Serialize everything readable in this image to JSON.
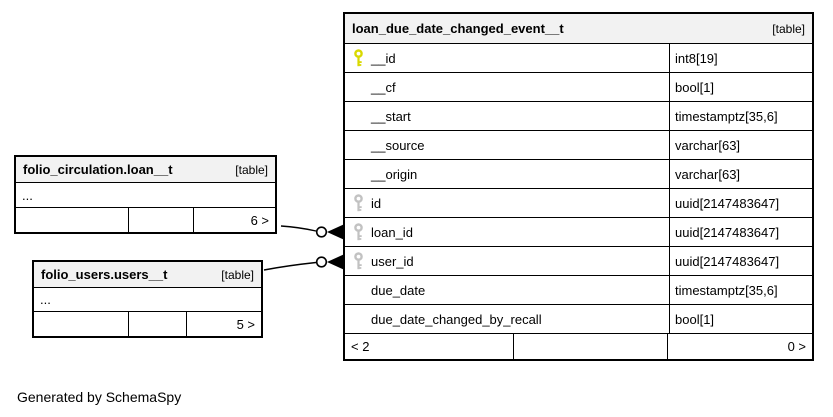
{
  "diagram": {
    "generated_by": "Generated by SchemaSpy"
  },
  "colors": {
    "primary_key_icon": "#d9d900",
    "index_key_icon": "#c2c2c2",
    "header_bg": "#f2f2f2",
    "border": "#000000"
  },
  "main_table": {
    "title": "loan_due_date_changed_event__t",
    "tag": "[table]",
    "columns": [
      {
        "name": "__id",
        "type": "int8[19]",
        "key": "primary"
      },
      {
        "name": "__cf",
        "type": "bool[1]",
        "key": "none"
      },
      {
        "name": "__start",
        "type": "timestamptz[35,6]",
        "key": "none"
      },
      {
        "name": "__source",
        "type": "varchar[63]",
        "key": "none"
      },
      {
        "name": "__origin",
        "type": "varchar[63]",
        "key": "none"
      },
      {
        "name": "id",
        "type": "uuid[2147483647]",
        "key": "index"
      },
      {
        "name": "loan_id",
        "type": "uuid[2147483647]",
        "key": "index"
      },
      {
        "name": "user_id",
        "type": "uuid[2147483647]",
        "key": "index"
      },
      {
        "name": "due_date",
        "type": "timestamptz[35,6]",
        "key": "none"
      },
      {
        "name": "due_date_changed_by_recall",
        "type": "bool[1]",
        "key": "none"
      }
    ],
    "footer": {
      "prev": "< 2",
      "middle": "",
      "next": "0 >"
    }
  },
  "related_tables": [
    {
      "title": "folio_circulation.loan__t",
      "tag": "[table]",
      "body": "...",
      "footer": {
        "c1": "",
        "c2": "",
        "c3": "6 >"
      }
    },
    {
      "title": "folio_users.users__t",
      "tag": "[table]",
      "body": "...",
      "footer": {
        "c1": "",
        "c2": "",
        "c3": "5 >"
      }
    }
  ]
}
